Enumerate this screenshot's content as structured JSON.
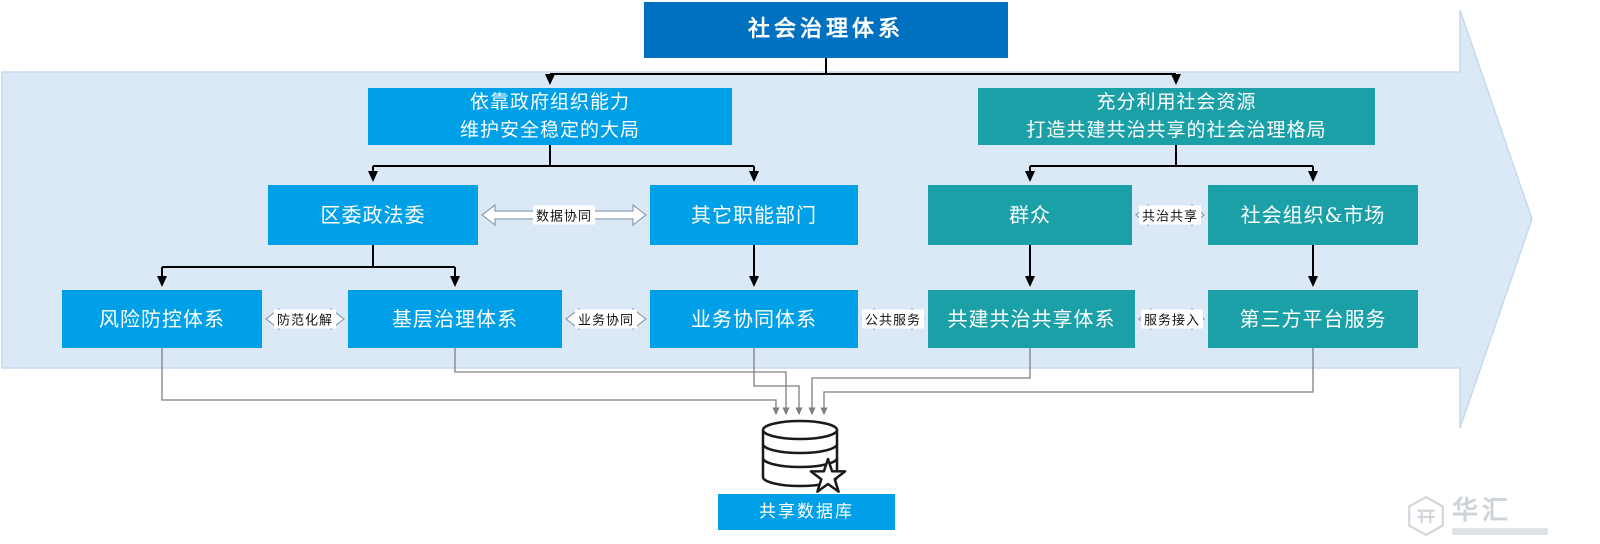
{
  "title": "社会治理体系",
  "branches": {
    "left_heading": "依靠政府组织能力\n维护安全稳定的大局",
    "right_heading": "充分利用社会资源\n打造共建共治共享的社会治理格局"
  },
  "nodes": {
    "district_politics_law": "区委政法委",
    "other_departments": "其它职能部门",
    "masses": "群众",
    "social_orgs_market": "社会组织&市场",
    "risk_prevention": "风险防控体系",
    "grassroots_governance": "基层治理体系",
    "business_collaboration": "业务协同体系",
    "co_governance": "共建共治共享体系",
    "third_party_platform": "第三方平台服务"
  },
  "exchange_labels": {
    "data_collaboration": "数据协同",
    "co_governance_sharing": "共治共享",
    "risk_mitigation": "防范化解",
    "business_synergy": "业务协同",
    "public_service": "公共服务",
    "service_access": "服务接入"
  },
  "database": {
    "label": "共享数据库"
  },
  "watermark": {
    "brand": "华汇"
  },
  "colors": {
    "dark_blue": "#0070C0",
    "bright_blue": "#00A0E9",
    "teal": "#1BA0A8",
    "band_fill": "#DBE8F6",
    "line_black": "#000000",
    "line_gray": "#7f7f7f"
  }
}
